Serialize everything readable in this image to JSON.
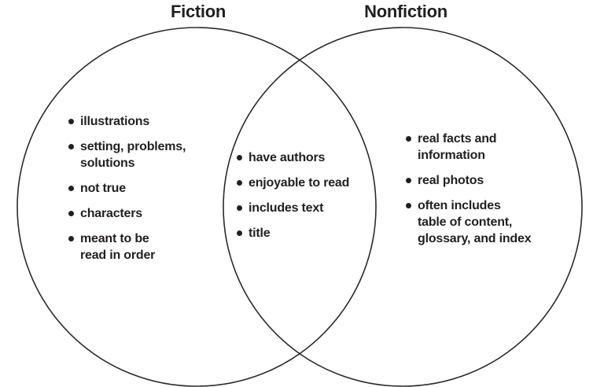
{
  "venn": {
    "left": {
      "title": "Fiction",
      "items": [
        "illustrations",
        "setting, problems,\nsolutions",
        "not true",
        "characters",
        "meant to be\nread in order"
      ]
    },
    "middle": {
      "items": [
        "have authors",
        "enjoyable to read",
        "includes text",
        "title"
      ]
    },
    "right": {
      "title": "Nonfiction",
      "items": [
        "real facts and\ninformation",
        "real photos",
        "often includes\ntable of content,\nglossary, and index"
      ]
    },
    "colors": {
      "background": "#ffffff",
      "circle_stroke": "#2b2b2b",
      "text": "#231f20"
    }
  }
}
